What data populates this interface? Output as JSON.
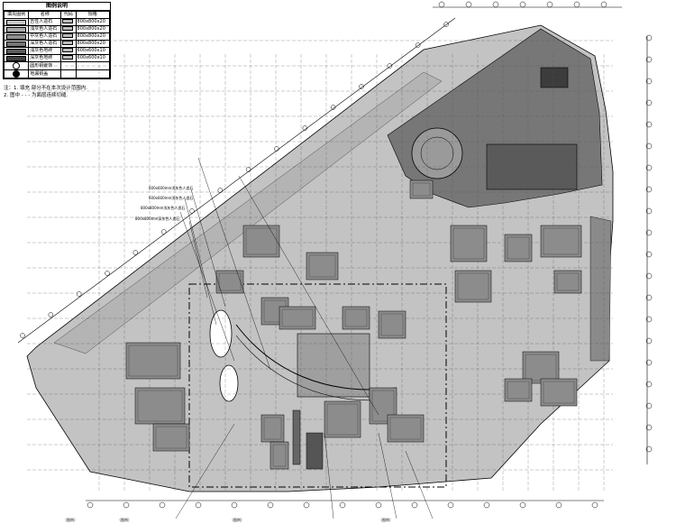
{
  "legend": {
    "title": "图例说明",
    "headers": [
      "填充图例",
      "名称",
      "代码",
      "规格"
    ],
    "rows": [
      {
        "swatch": "#c8c8c8",
        "name": "吉性人造石",
        "code": "",
        "size": "800x800x20"
      },
      {
        "swatch": "#a9a9a9",
        "name": "浅灰色人造石",
        "code": "",
        "size": "800x800x20"
      },
      {
        "swatch": "#8f8f8f",
        "name": "中灰色人造石",
        "code": "",
        "size": "800x800x20"
      },
      {
        "swatch": "#767676",
        "name": "深灰色人造石",
        "code": "",
        "size": "800x800x20"
      },
      {
        "swatch": "#5c5c5c",
        "name": "浅灰色地砖",
        "code": "",
        "size": "600x600x10"
      },
      {
        "swatch": "#404040",
        "name": "深灰色地砖",
        "code": "",
        "size": "600x600x10"
      },
      {
        "swatch": "",
        "name": "圆形铜嵌饰",
        "code": "",
        "size": ""
      },
      {
        "swatch": "",
        "name": "地漏铜盖",
        "code": "",
        "size": ""
      }
    ]
  },
  "notes": [
    "注：1. 填充        部分不在本次设计范围内.",
    "    2. 图中 - - - 为面层连续切缝."
  ],
  "colors": {
    "floor_light": "#c3c3c3",
    "floor_mid": "#a8a8a8",
    "floor_dark": "#777777",
    "line": "#000000",
    "atrium": "#ffffff"
  },
  "annotations": [
    "600x600mm浅灰色人造石",
    "600x600mm浅灰色人造石",
    "800x800mm浅灰色人造石",
    "800x800mm深灰色人造石"
  ],
  "bottom_labels": [
    "（图例）",
    "（图例）",
    "（图例）",
    "（图例）"
  ]
}
